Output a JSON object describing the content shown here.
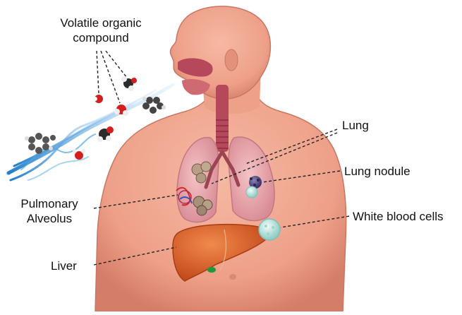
{
  "labels": {
    "voc_line1": "Volatile organic",
    "voc_line2": "compound",
    "lung": "Lung",
    "lung_nodule": "Lung nodule",
    "alveolus_line1": "Pulmonary",
    "alveolus_line2": "Alveolus",
    "white_blood_cells": "White blood cells",
    "liver": "Liver"
  },
  "colors": {
    "skin": "#f2a68f",
    "skin_shadow": "#d9826c",
    "lung": "#e8a7ae",
    "liver": "#d9561f",
    "airway": "#b5485a",
    "vapor": "#1e8fd6",
    "leader_line": "#222222"
  }
}
